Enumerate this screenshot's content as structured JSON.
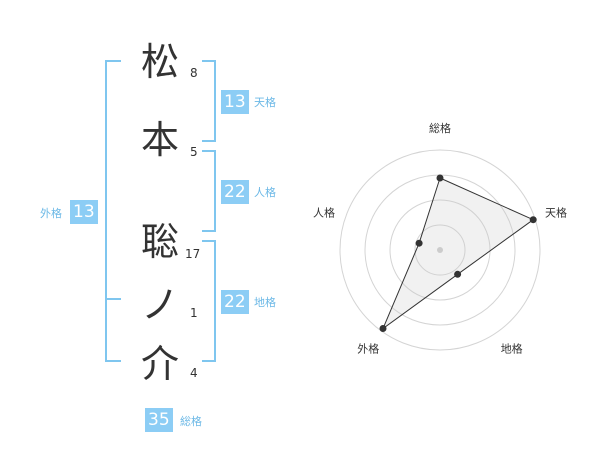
{
  "name": {
    "chars": [
      {
        "char": "松",
        "strokes": "8"
      },
      {
        "char": "本",
        "strokes": "5"
      },
      {
        "char": "聡",
        "strokes": "17"
      },
      {
        "char": "ノ",
        "strokes": "1"
      },
      {
        "char": "介",
        "strokes": "4"
      }
    ]
  },
  "fortune": {
    "tenkaku": {
      "value": "13",
      "label": "天格"
    },
    "jinkaku": {
      "value": "22",
      "label": "人格"
    },
    "chikaku": {
      "value": "22",
      "label": "地格"
    },
    "gaikaku": {
      "value": "13",
      "label": "外格"
    },
    "soukaku": {
      "value": "35",
      "label": "総格"
    }
  },
  "colors": {
    "accent": "#8ccdf5",
    "bracket": "#7fc6ef",
    "label": "#6bb8e6",
    "text": "#333333"
  },
  "chart_data": {
    "type": "radar",
    "axes": [
      "総格",
      "天格",
      "地格",
      "外格",
      "人格"
    ],
    "values": [
      0.72,
      0.98,
      0.3,
      0.97,
      0.22
    ],
    "rings": 4,
    "range": [
      0,
      1
    ]
  }
}
